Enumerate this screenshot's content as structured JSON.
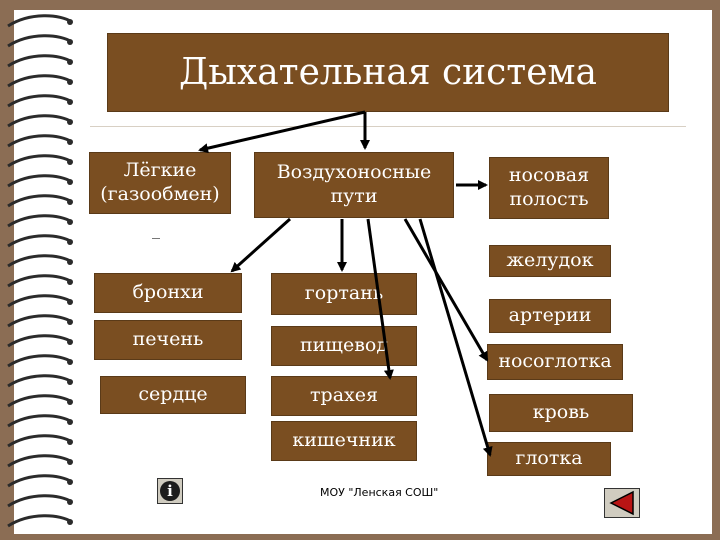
{
  "title": "Дыхательная система",
  "boxes": {
    "lungs": "Лёгкие\n(газообмен)",
    "airways": "Воздухоносные\nпути",
    "nasal_cavity": "носовая\nполость",
    "stomach": "желудок",
    "bronchi": "бронхи",
    "larynx": "гортань",
    "arteries": "артерии",
    "liver": "печень",
    "esophagus": "пищевод",
    "nasopharynx": "носоглотка",
    "heart": "сердце",
    "trachea": "трахея",
    "blood": "кровь",
    "intestine": "кишечник",
    "pharynx": "глотка"
  },
  "footer": "МОУ \"Ленская СОШ\"",
  "info_button_symbol": "i",
  "icons": {
    "info": "info-icon",
    "back": "back-triangle-icon"
  },
  "colors": {
    "box": "#7a4e21",
    "frame": "#8b6d54",
    "text": "#ffffff"
  }
}
